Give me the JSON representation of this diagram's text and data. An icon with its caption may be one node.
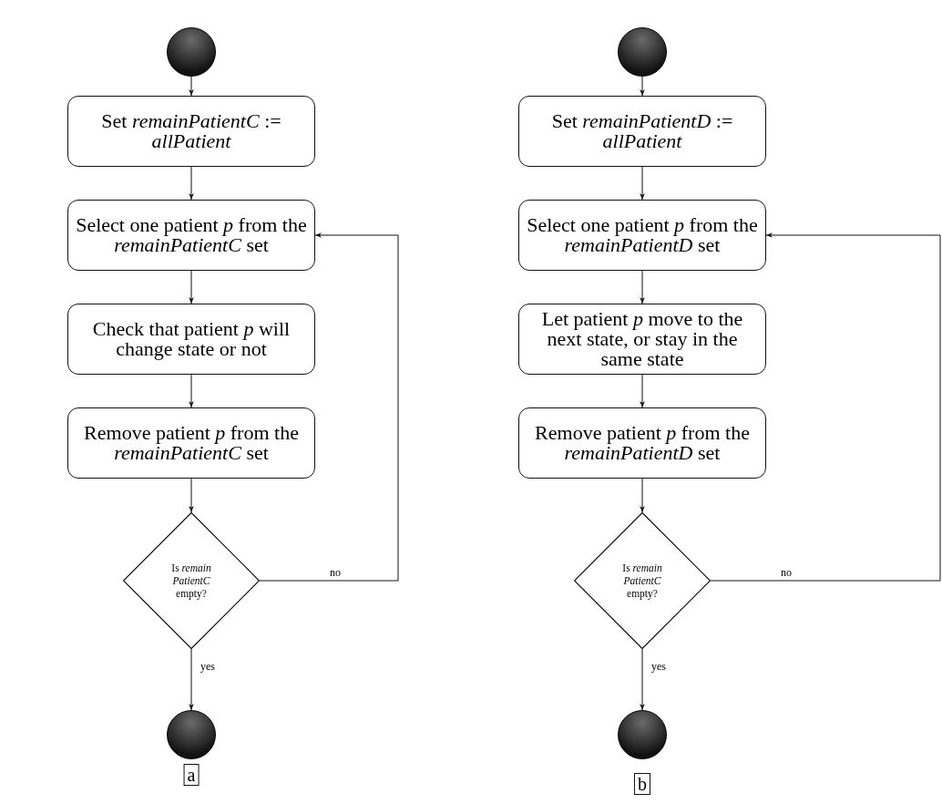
{
  "diagram": {
    "nodes": [
      {
        "text": [],
        "shape": "circle"
      },
      {
        "text": [
          "Set *remainPatientC* := *allPatient*"
        ]
      },
      {
        "text": [
          "Select one patient *p* from the *remainPatientC* set"
        ]
      },
      {
        "text": [
          "Check that patient *p* will change state or not"
        ]
      },
      {
        "text": [
          "Remove patient *p* from the *remainPatientC* set"
        ]
      },
      {
        "text": [
          "Is *remain PatientC* empty?"
        ]
      },
      {
        "text": [],
        "shape": "circle"
      },
      {
        "text": [],
        "shape": "circle"
      },
      {
        "text": [
          "Set *remainPatientD* := *allPatient*"
        ]
      },
      {
        "text": [
          "Select one patient *p* from the *remainPatientD* set"
        ]
      },
      {
        "text": [
          "Let patient *p* move to the next state, or stay in the same state"
        ]
      },
      {
        "text": [
          "Remove patient *p* from the *remainPatientD* set"
        ]
      },
      {
        "text": [
          "Is *remain PatientC* empty?"
        ]
      },
      {
        "text": [],
        "shape": "circle"
      }
    ],
    "edges": [
      {
        "from": 0,
        "to": 1,
        "arrow": "to"
      },
      {
        "from": 1,
        "to": 2,
        "arrow": "to"
      },
      {
        "from": 2,
        "to": 3,
        "arrow": "to"
      },
      {
        "from": 3,
        "to": 4,
        "arrow": "to"
      },
      {
        "from": 4,
        "to": 5,
        "arrow": "to"
      },
      {
        "from": 5,
        "to": 2,
        "arrow": "to",
        "label": "no"
      },
      {
        "from": 5,
        "to": 6,
        "arrow": "to",
        "label": "yes"
      },
      {
        "from": 7,
        "to": 8,
        "arrow": "to"
      },
      {
        "from": 8,
        "to": 9,
        "arrow": "to"
      },
      {
        "from": 9,
        "to": 10,
        "arrow": "to"
      },
      {
        "from": 10,
        "to": 11,
        "arrow": "to"
      },
      {
        "from": 11,
        "to": 12,
        "arrow": "to"
      },
      {
        "from": 12,
        "to": 9,
        "arrow": "to",
        "label": "no"
      },
      {
        "from": 12,
        "to": 13,
        "arrow": "to",
        "label": "yes"
      }
    ],
    "labels": [
      "a",
      "b"
    ]
  }
}
